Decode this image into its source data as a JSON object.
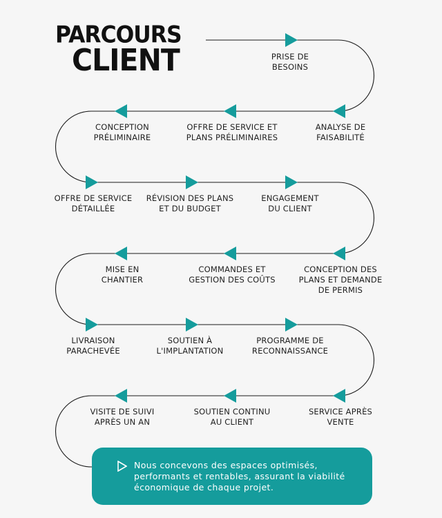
{
  "title": {
    "line1": "PARCOURS",
    "line2": "CLIENT"
  },
  "accent_color": "#159c9c",
  "steps": [
    {
      "label": "PRISE DE\nBESOINS",
      "direction": "right"
    },
    {
      "label": "ANALYSE DE\nFAISABILITÉ",
      "direction": "left"
    },
    {
      "label": "OFFRE DE SERVICE ET\nPLANS PRÉLIMINAIRES",
      "direction": "left"
    },
    {
      "label": "CONCEPTION\nPRÉLIMINAIRE",
      "direction": "left"
    },
    {
      "label": "OFFRE DE SERVICE\nDÉTAILLÉE",
      "direction": "right"
    },
    {
      "label": "RÉVISION DES PLANS\nET DU BUDGET",
      "direction": "right"
    },
    {
      "label": "ENGAGEMENT\nDU CLIENT",
      "direction": "right"
    },
    {
      "label": "CONCEPTION DES\nPLANS ET DEMANDE\nDE PERMIS",
      "direction": "left"
    },
    {
      "label": "COMMANDES ET\nGESTION DES COÛTS",
      "direction": "left"
    },
    {
      "label": "MISE EN\nCHANTIER",
      "direction": "left"
    },
    {
      "label": "LIVRAISON\nPARACHEVÉE",
      "direction": "right"
    },
    {
      "label": "SOUTIEN À\nL'IMPLANTATION",
      "direction": "right"
    },
    {
      "label": "PROGRAMME DE\nRECONNAISSANCE",
      "direction": "right"
    },
    {
      "label": "SERVICE APRÈS\nVENTE",
      "direction": "left"
    },
    {
      "label": "SOUTIEN CONTINU\nAU CLIENT",
      "direction": "left"
    },
    {
      "label": "VISITE DE SUIVI\nAPRÈS UN AN",
      "direction": "left"
    }
  ],
  "banner": {
    "text": "Nous concevons des espaces optimisés, performants et rentables, assurant la viabilité économique de chaque projet."
  }
}
